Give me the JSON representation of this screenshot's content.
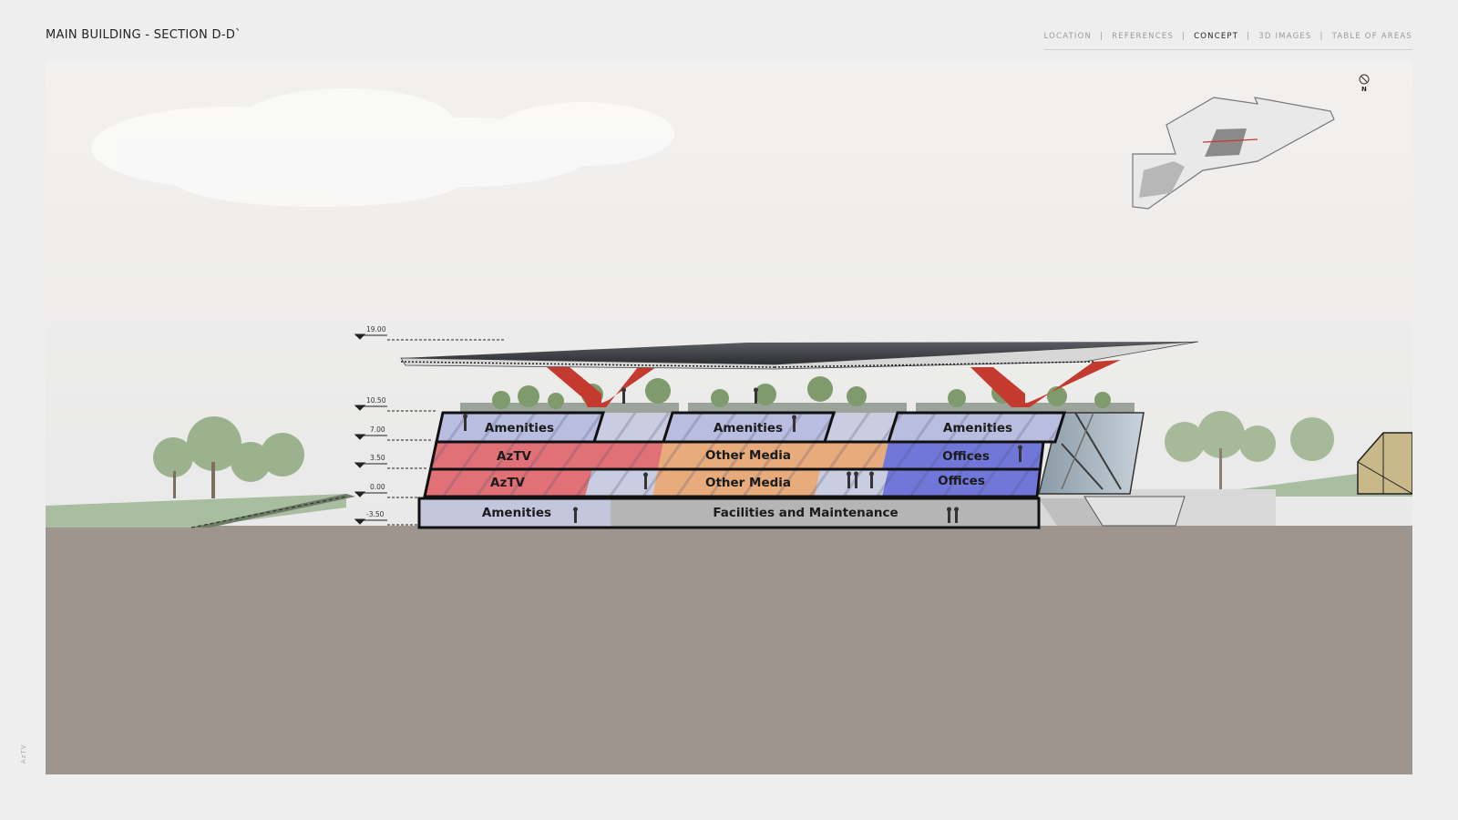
{
  "header": {
    "title": "MAIN BUILDING - SECTION D-D`"
  },
  "nav": {
    "items": [
      {
        "label": "LOCATION",
        "active": false
      },
      {
        "label": "REFERENCES",
        "active": false
      },
      {
        "label": "CONCEPT",
        "active": true
      },
      {
        "label": "3D IMAGES",
        "active": false
      },
      {
        "label": "TABLE OF AREAS",
        "active": false
      }
    ],
    "separator": "|"
  },
  "side_label": "AzTV",
  "section": {
    "levels": [
      "19.00",
      "10.50",
      "7.00",
      "3.50",
      "0.00",
      "-3.50"
    ],
    "rooms": {
      "top_left": "Amenities",
      "top_mid": "Amenities",
      "top_right": "Amenities",
      "f2_left": "AzTV",
      "f2_mid": "Other Media",
      "f2_right": "Offices",
      "f1_left": "AzTV",
      "f1_mid": "Other Media",
      "f1_right": "Offices",
      "base_left": "Amenities",
      "base_mid": "Facilities and Maintenance"
    },
    "north_label": "N"
  },
  "colors": {
    "aztv": "#e0646a",
    "other_media": "#e8a470",
    "offices": "#5a63d6",
    "amenities": "#b9bde0",
    "ground": "#9d958e",
    "roof_trees": "#c43a2e"
  }
}
